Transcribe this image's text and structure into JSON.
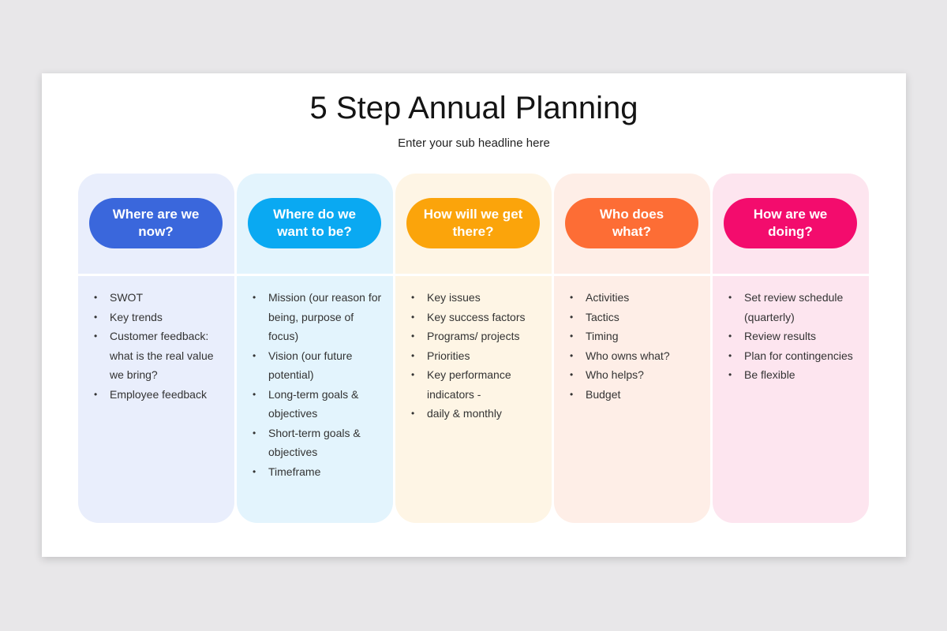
{
  "slide": {
    "title": "5 Step Annual Planning",
    "subtitle": "Enter your sub headline here"
  },
  "steps": [
    {
      "heading": "Where are we now?",
      "pill_color": "#3a67dc",
      "bg_color": "#e9eefc",
      "items": [
        "SWOT",
        "Key trends",
        "Customer feedback: what is the real value we bring?",
        "Employee feedback"
      ]
    },
    {
      "heading": "Where do we want to be?",
      "pill_color": "#0aa9f2",
      "bg_color": "#e3f4fd",
      "items": [
        "Mission (our reason for being, purpose of focus)",
        "Vision (our future potential)",
        "Long-term goals & objectives",
        "Short-term goals & objectives",
        "Timeframe"
      ]
    },
    {
      "heading": "How will we get there?",
      "pill_color": "#fba40b",
      "bg_color": "#fef5e5",
      "items": [
        "Key issues",
        "Key success factors",
        "Programs/ projects",
        "Priorities",
        "Key performance indicators -",
        "daily & monthly"
      ]
    },
    {
      "heading": "Who does what?",
      "pill_color": "#fd6d35",
      "bg_color": "#feeee7",
      "items": [
        "Activities",
        "Tactics",
        "Timing",
        "Who owns what?",
        "Who helps?",
        "Budget"
      ]
    },
    {
      "heading": "How are we doing?",
      "pill_color": "#f30c6d",
      "bg_color": "#fde5ef",
      "items": [
        "Set review schedule (quarterly)",
        "Review results",
        "Plan for contingencies",
        "Be flexible"
      ]
    }
  ]
}
